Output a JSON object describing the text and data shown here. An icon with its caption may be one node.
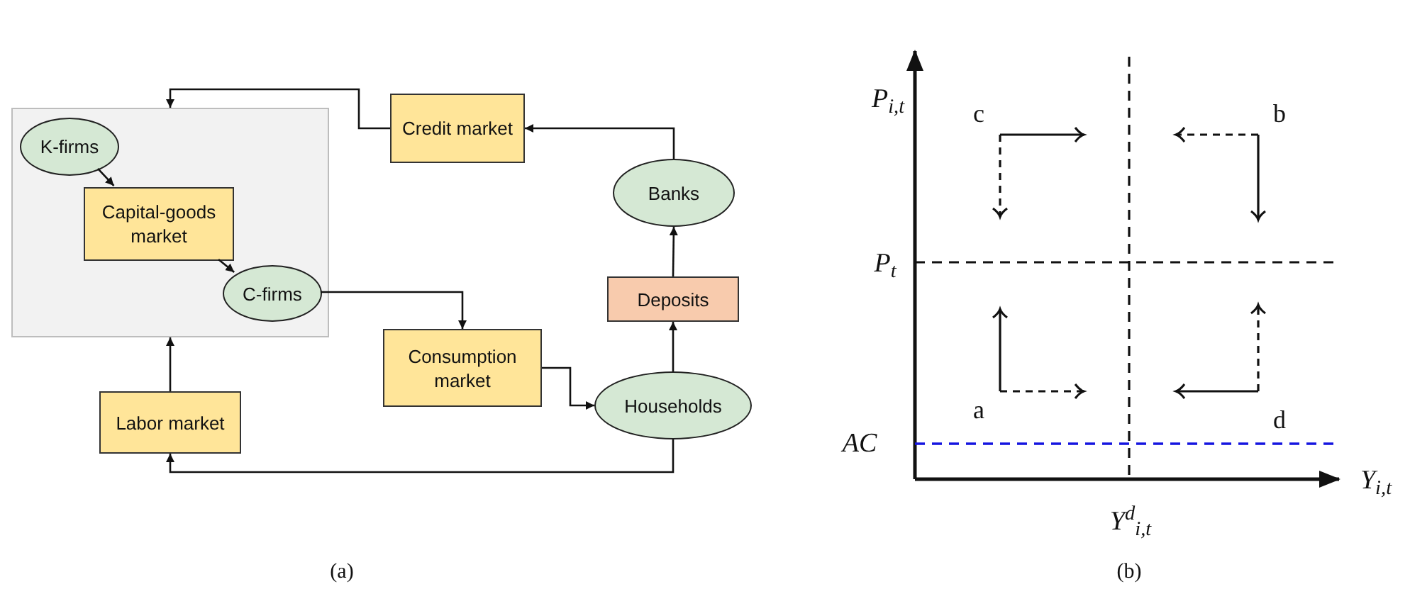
{
  "diagram": {
    "nodes": [
      {
        "text": [],
        "shape": "box"
      },
      {
        "text": [
          "K-firms"
        ],
        "in": 0
      },
      {
        "text": [
          "Capital-goods market"
        ],
        "in": 0
      },
      {
        "text": [
          "C-firms"
        ],
        "in": 0
      },
      {
        "text": [
          "Credit market"
        ]
      },
      {
        "text": [
          "Banks"
        ]
      },
      {
        "text": [
          "Deposits"
        ]
      },
      {
        "text": [
          "Consumption market"
        ]
      },
      {
        "text": [
          "Households"
        ]
      },
      {
        "text": [
          "Labor market"
        ]
      }
    ],
    "edges": [
      {
        "from": 1,
        "to": 2,
        "arrow": "to"
      },
      {
        "from": 2,
        "to": 3,
        "arrow": "to"
      },
      {
        "from": 3,
        "to": 7,
        "arrow": "to"
      },
      {
        "from": 7,
        "to": 8,
        "arrow": "to"
      },
      {
        "from": 8,
        "to": 6,
        "arrow": "to"
      },
      {
        "from": 6,
        "to": 5,
        "arrow": "to"
      },
      {
        "from": 5,
        "to": 4,
        "arrow": "to"
      },
      {
        "from": 4,
        "to": 0,
        "arrow": "to"
      },
      {
        "from": 9,
        "to": 0,
        "arrow": "to"
      },
      {
        "from": 8,
        "to": 9,
        "arrow": "to"
      }
    ],
    "labels": [
      "P$_{i,t}$",
      "c",
      "b",
      "P$_{t}$",
      "a",
      "d",
      "AC",
      "Y$_{i,t}$",
      "Y$^{d}$$_{i,t}$",
      "(a)",
      "(b)"
    ]
  }
}
